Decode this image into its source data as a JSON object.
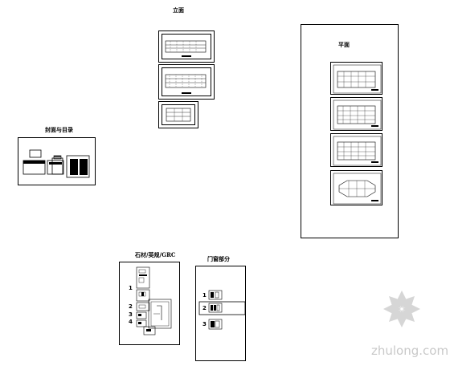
{
  "groups": {
    "elevation": {
      "title": "立面"
    },
    "floor_plan": {
      "title": "平面"
    },
    "cover_index": {
      "title": "封面与目录"
    },
    "stone_detail": {
      "title": "石材/英规/GRC",
      "markers": [
        "1",
        "2",
        "3",
        "4"
      ]
    },
    "door_window": {
      "title": "门窗部分",
      "markers": [
        "1",
        "2",
        "3"
      ]
    }
  },
  "watermark": {
    "text": "zhulong.com"
  },
  "colors": {
    "line": "#000000",
    "watermark": "#c9c9c9"
  }
}
